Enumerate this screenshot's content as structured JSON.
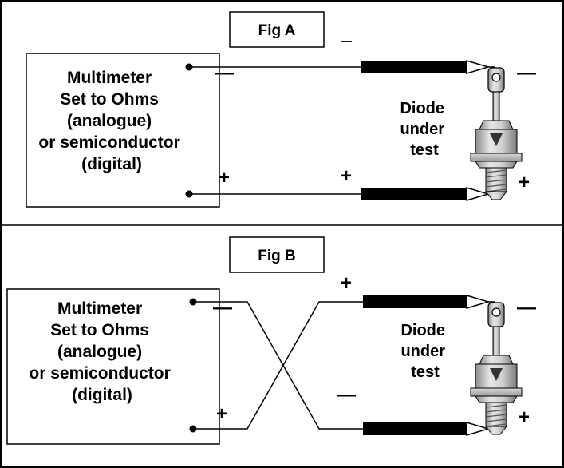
{
  "figures": [
    {
      "title": "Fig A",
      "meter_lines": [
        "Multimeter",
        "Set to Ohms",
        "(analogue)",
        "or semiconductor",
        "(digital)"
      ],
      "diode_lines": [
        "Diode",
        "under",
        "test"
      ],
      "signs": {
        "title_minus": "_",
        "meter_top_minus": "—",
        "meter_bottom_plus": "+",
        "probe_top": "",
        "probe_bottom": "+",
        "diode_top_minus": "—",
        "diode_bottom_plus": "+"
      }
    },
    {
      "title": "Fig B",
      "meter_lines": [
        "Multimeter",
        "Set to Ohms",
        "(analogue)",
        "or semiconductor",
        "(digital)"
      ],
      "diode_lines": [
        "Diode",
        "under",
        "test"
      ],
      "signs": {
        "title_minus": "",
        "meter_top_minus": "—",
        "meter_bottom_plus": "+",
        "probe_top": "+",
        "probe_bottom": "—",
        "diode_top_minus": "—",
        "diode_bottom_plus": "+"
      }
    }
  ]
}
